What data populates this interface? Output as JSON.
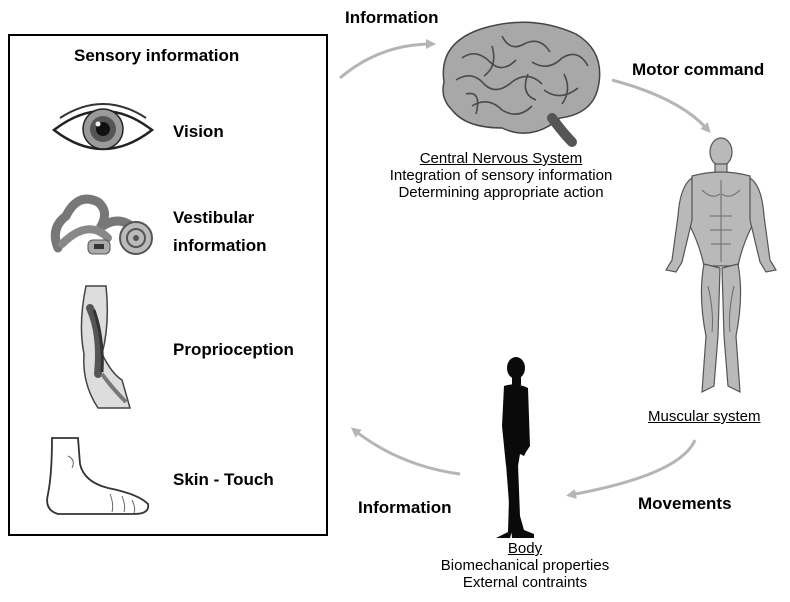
{
  "sensory_box": {
    "title": "Sensory information",
    "items": [
      {
        "label": "Vision",
        "icon": "eye-icon"
      },
      {
        "label": "Vestibular information",
        "icon": "inner-ear-icon"
      },
      {
        "label": "Proprioception",
        "icon": "muscle-icon"
      },
      {
        "label": "Skin - Touch",
        "icon": "foot-icon"
      }
    ]
  },
  "arrows": {
    "top_info": "Information",
    "motor": "Motor command",
    "movements": "Movements",
    "bottom_info": "Information"
  },
  "cns": {
    "title": "Central Nervous System",
    "line1": "Integration of sensory information",
    "line2": "Determining appropriate action"
  },
  "muscular": {
    "title": "Muscular system"
  },
  "body": {
    "title": "Body",
    "line1": "Biomechanical properties",
    "line2": "External contraints"
  },
  "colors": {
    "arrow": "#b5b5b5",
    "border": "#000000"
  }
}
